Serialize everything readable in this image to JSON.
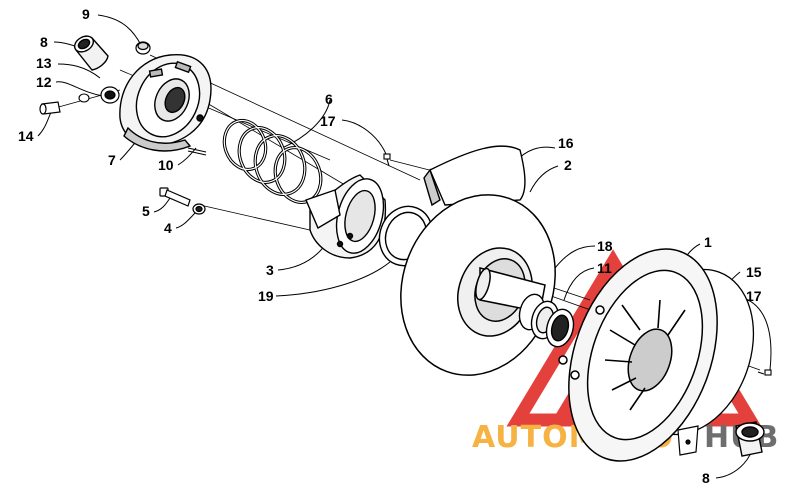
{
  "callouts": {
    "c1": "1",
    "c2": "2",
    "c3": "3",
    "c4": "4",
    "c5": "5",
    "c6": "6",
    "c7": "7",
    "c8a": "8",
    "c8b": "8",
    "c9": "9",
    "c10": "10",
    "c11": "11",
    "c12": "12",
    "c13": "13",
    "c14": "14",
    "c15": "15",
    "c16": "16",
    "c17a": "17",
    "c17b": "17",
    "c18": "18",
    "c19": "19"
  },
  "watermark": {
    "part1": "AUTOMOTO",
    "part2": "HUB",
    "colors": {
      "triangle": "#e0201c",
      "auto": "#f5a623",
      "hub": "#555555"
    }
  }
}
